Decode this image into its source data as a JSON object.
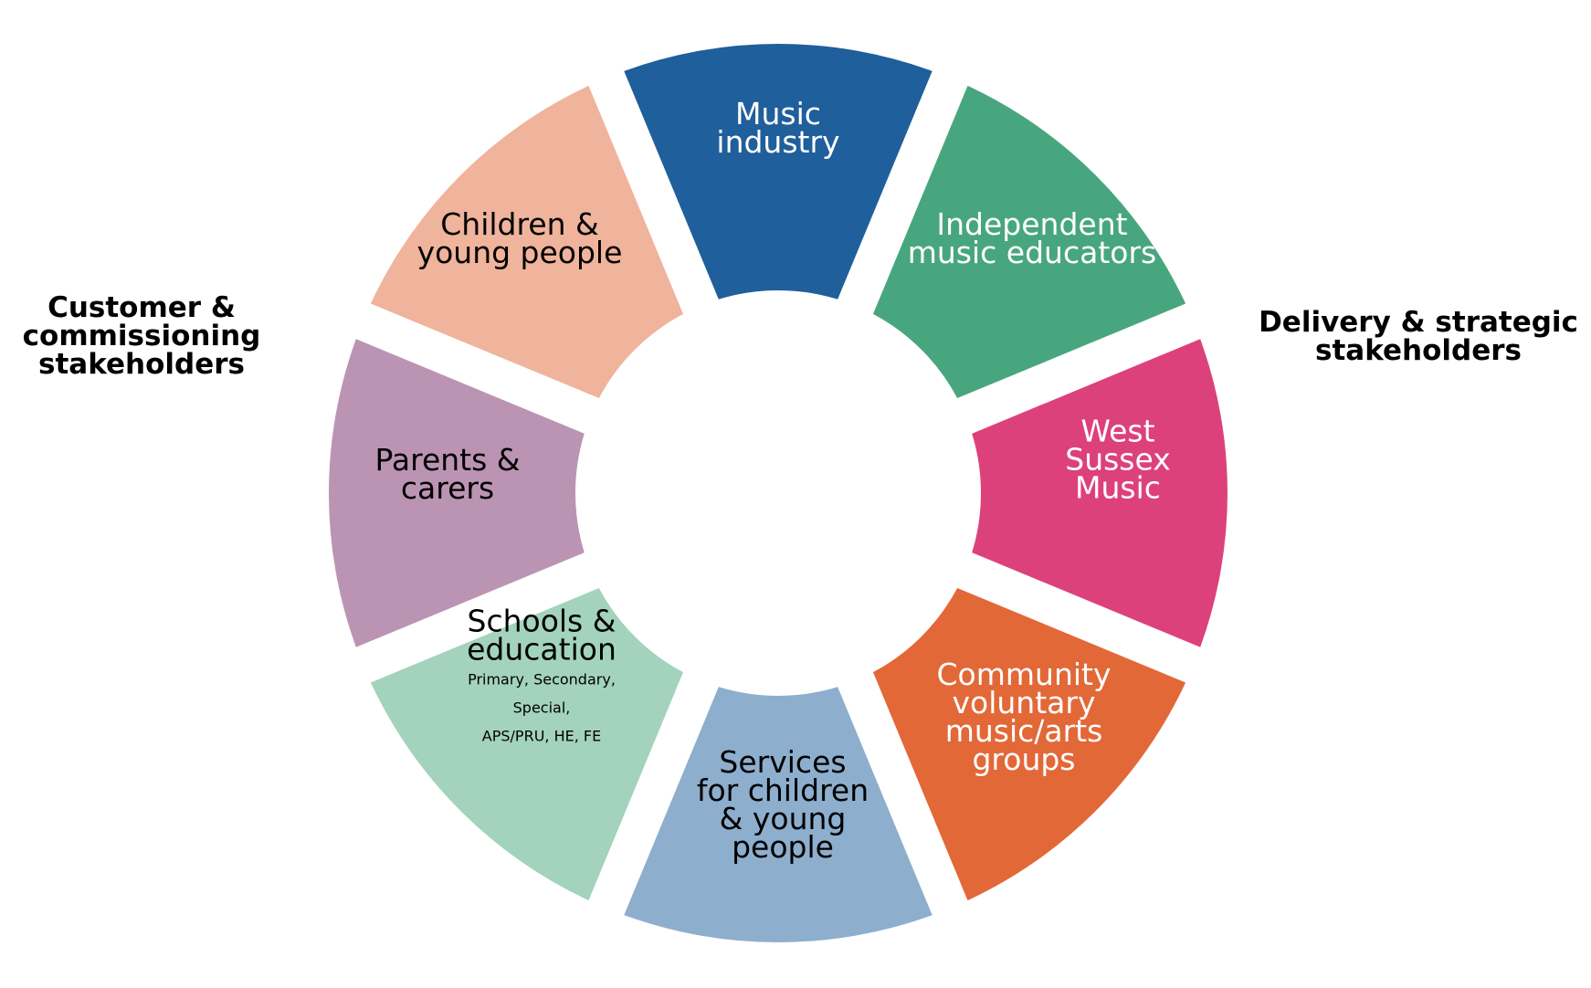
{
  "left_group": {
    "lines": [
      "Customer &",
      "commissioning",
      "stakeholders"
    ]
  },
  "right_group": {
    "lines": [
      "Delivery & strategic",
      "stakeholders"
    ]
  },
  "segments": [
    {
      "id": "music-industry",
      "color": "#1f5f9b",
      "text_color": "#ffffff",
      "lines": [
        "Music",
        "industry"
      ]
    },
    {
      "id": "independent-music-educators",
      "color": "#48a67e",
      "text_color": "#ffffff",
      "lines": [
        "Independent",
        "music educators"
      ]
    },
    {
      "id": "west-sussex-music",
      "color": "#dc417c",
      "text_color": "#ffffff",
      "lines": [
        "West",
        "Sussex",
        "Music"
      ]
    },
    {
      "id": "community-voluntary-groups",
      "color": "#e26838",
      "text_color": "#ffffff",
      "lines": [
        "Community",
        "voluntary",
        "music/arts",
        "groups"
      ]
    },
    {
      "id": "services-for-children",
      "color": "#8eaecd",
      "text_color": "#000000",
      "lines": [
        "Services",
        "for children",
        "& young",
        "people"
      ]
    },
    {
      "id": "schools-education",
      "color": "#a3d3bd",
      "text_color": "#000000",
      "lines": [
        "Schools &",
        "education"
      ],
      "sublines": [
        "Primary, Secondary,",
        "Special,",
        "APS/PRU, HE, FE"
      ]
    },
    {
      "id": "parents-carers",
      "color": "#bb94b3",
      "text_color": "#000000",
      "lines": [
        "Parents &",
        "carers"
      ]
    },
    {
      "id": "children-young-people",
      "color": "#f0b39c",
      "text_color": "#000000",
      "lines": [
        "Children &",
        "young people"
      ]
    }
  ]
}
